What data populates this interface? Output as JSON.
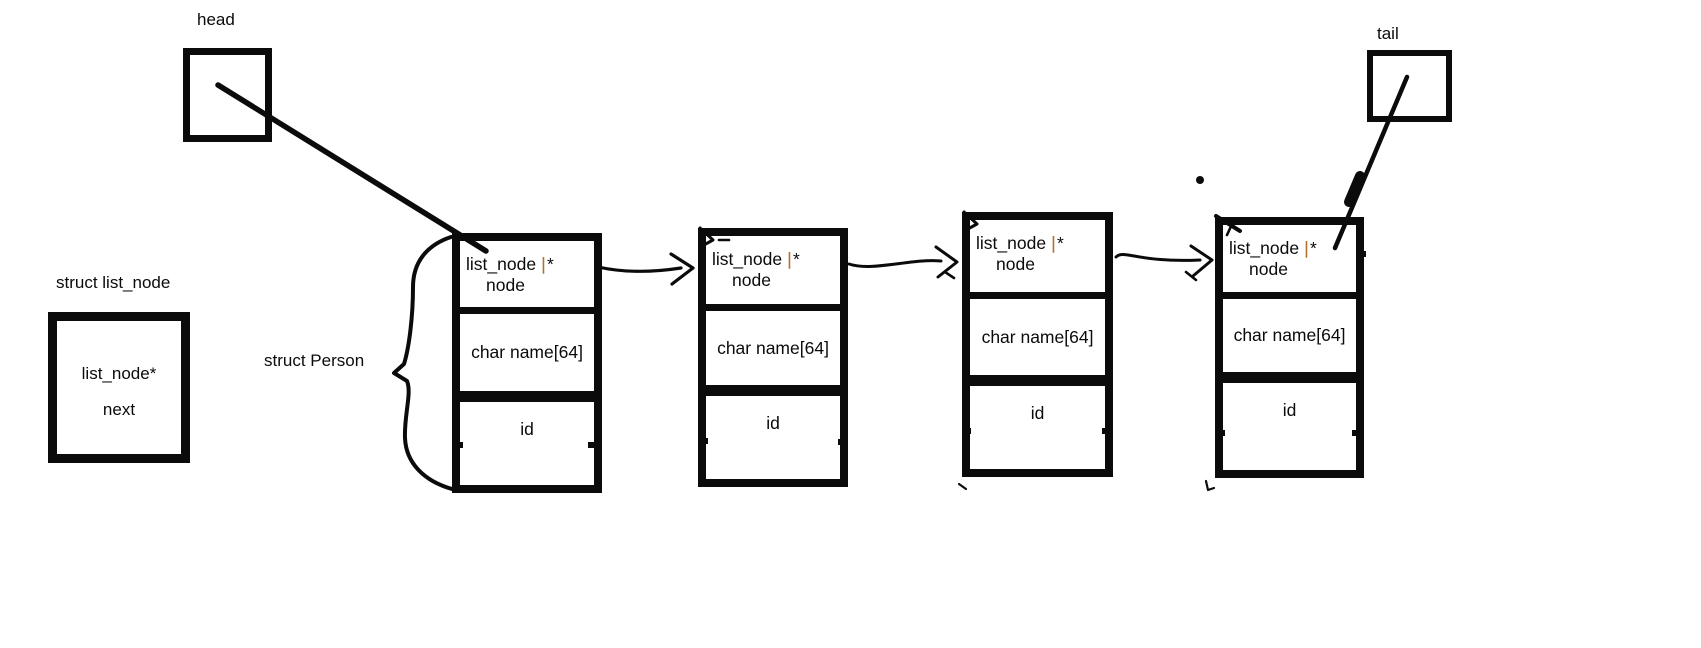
{
  "colors": {
    "ink": "#0b0b0b",
    "cursor_tick": "#b5702c",
    "background": "#ffffff"
  },
  "labels": {
    "head": "head",
    "tail": "tail",
    "struct_list_node": "struct list_node",
    "struct_person": "struct Person"
  },
  "list_node_struct_box": {
    "pointer_type": "list_node*",
    "pointer_field": "next"
  },
  "nodes": [
    {
      "pointer_type": "list_node",
      "cursor_tick": "|",
      "pointer_star": "*",
      "pointer_field": "node",
      "name_field": "char name[64]",
      "id_field": "id"
    },
    {
      "pointer_type": "list_node",
      "cursor_tick": "|",
      "pointer_star": "*",
      "pointer_field": "node",
      "name_field": "char name[64]",
      "id_field": "id"
    },
    {
      "pointer_type": "list_node",
      "cursor_tick": "|",
      "pointer_star": "*",
      "pointer_field": "node",
      "name_field": "char name[64]",
      "id_field": "id"
    },
    {
      "pointer_type": "list_node",
      "cursor_tick": "|",
      "pointer_star": "*",
      "pointer_field": "node",
      "name_field": "char name[64]",
      "id_field": "id"
    }
  ]
}
